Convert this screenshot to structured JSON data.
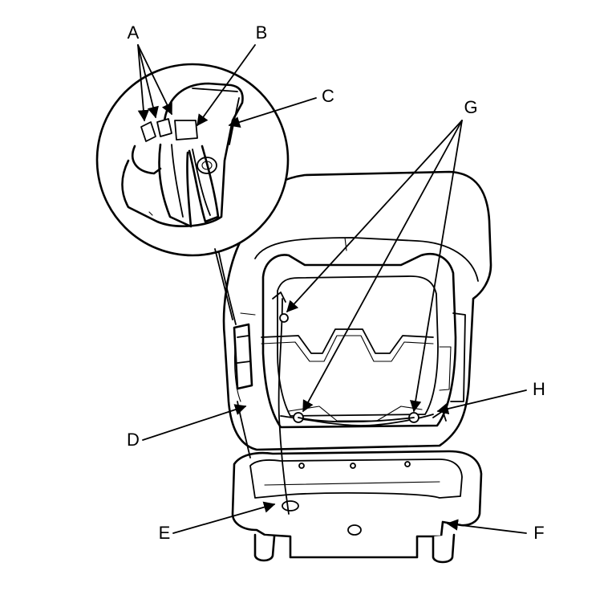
{
  "diagram": {
    "labels": {
      "A": "A",
      "B": "B",
      "C": "C",
      "D": "D",
      "E": "E",
      "F": "F",
      "G": "G",
      "H": "H"
    },
    "colors": {
      "line": "#000000",
      "background": "#ffffff"
    }
  }
}
